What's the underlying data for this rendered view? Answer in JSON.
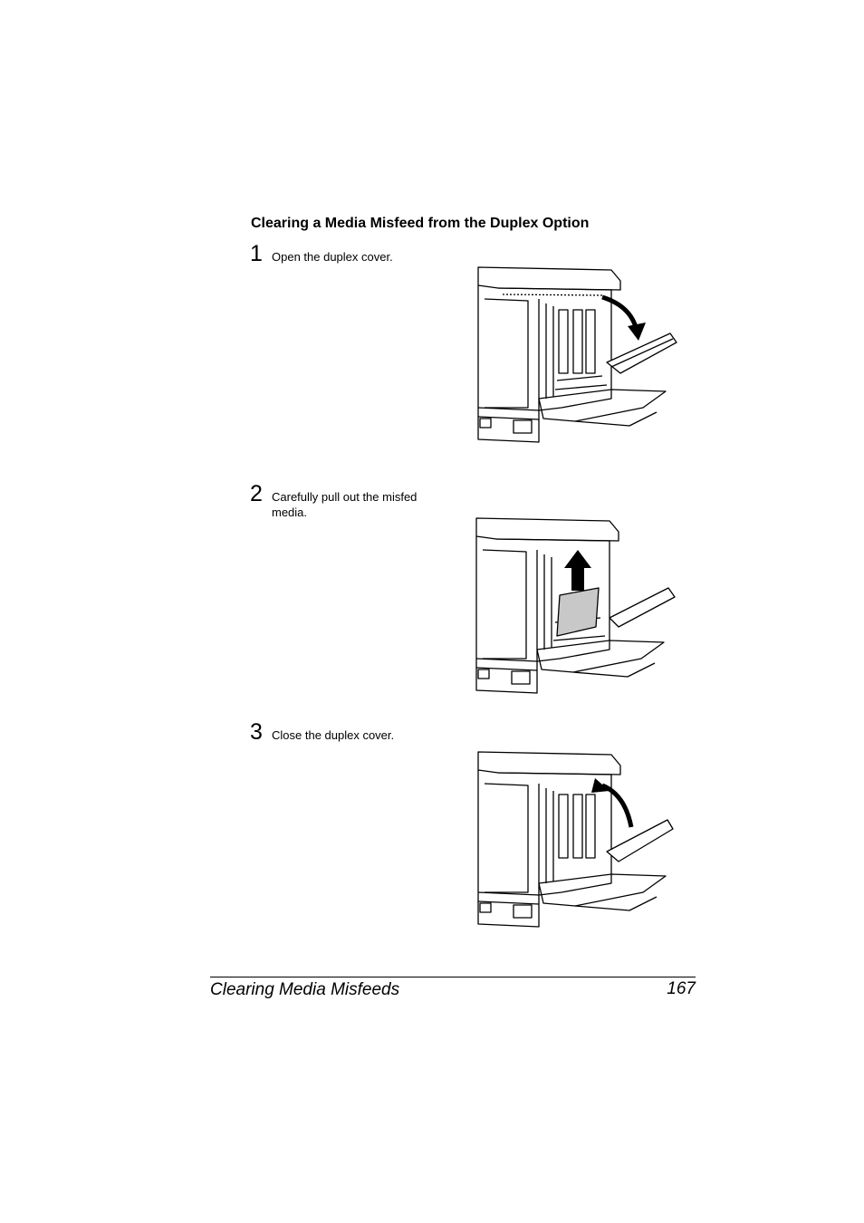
{
  "section": {
    "title": "Clearing a Media Misfeed from the Duplex Option"
  },
  "steps": [
    {
      "number": "1",
      "text": "Open the duplex cover.",
      "figure_icon": "printer-duplex-cover-open-icon"
    },
    {
      "number": "2",
      "text": "Carefully pull out the misfed media.",
      "figure_icon": "printer-remove-misfed-media-icon"
    },
    {
      "number": "3",
      "text": "Close the duplex cover.",
      "figure_icon": "printer-duplex-cover-close-icon"
    }
  ],
  "footer": {
    "chapter": "Clearing Media Misfeeds",
    "page": "167"
  }
}
